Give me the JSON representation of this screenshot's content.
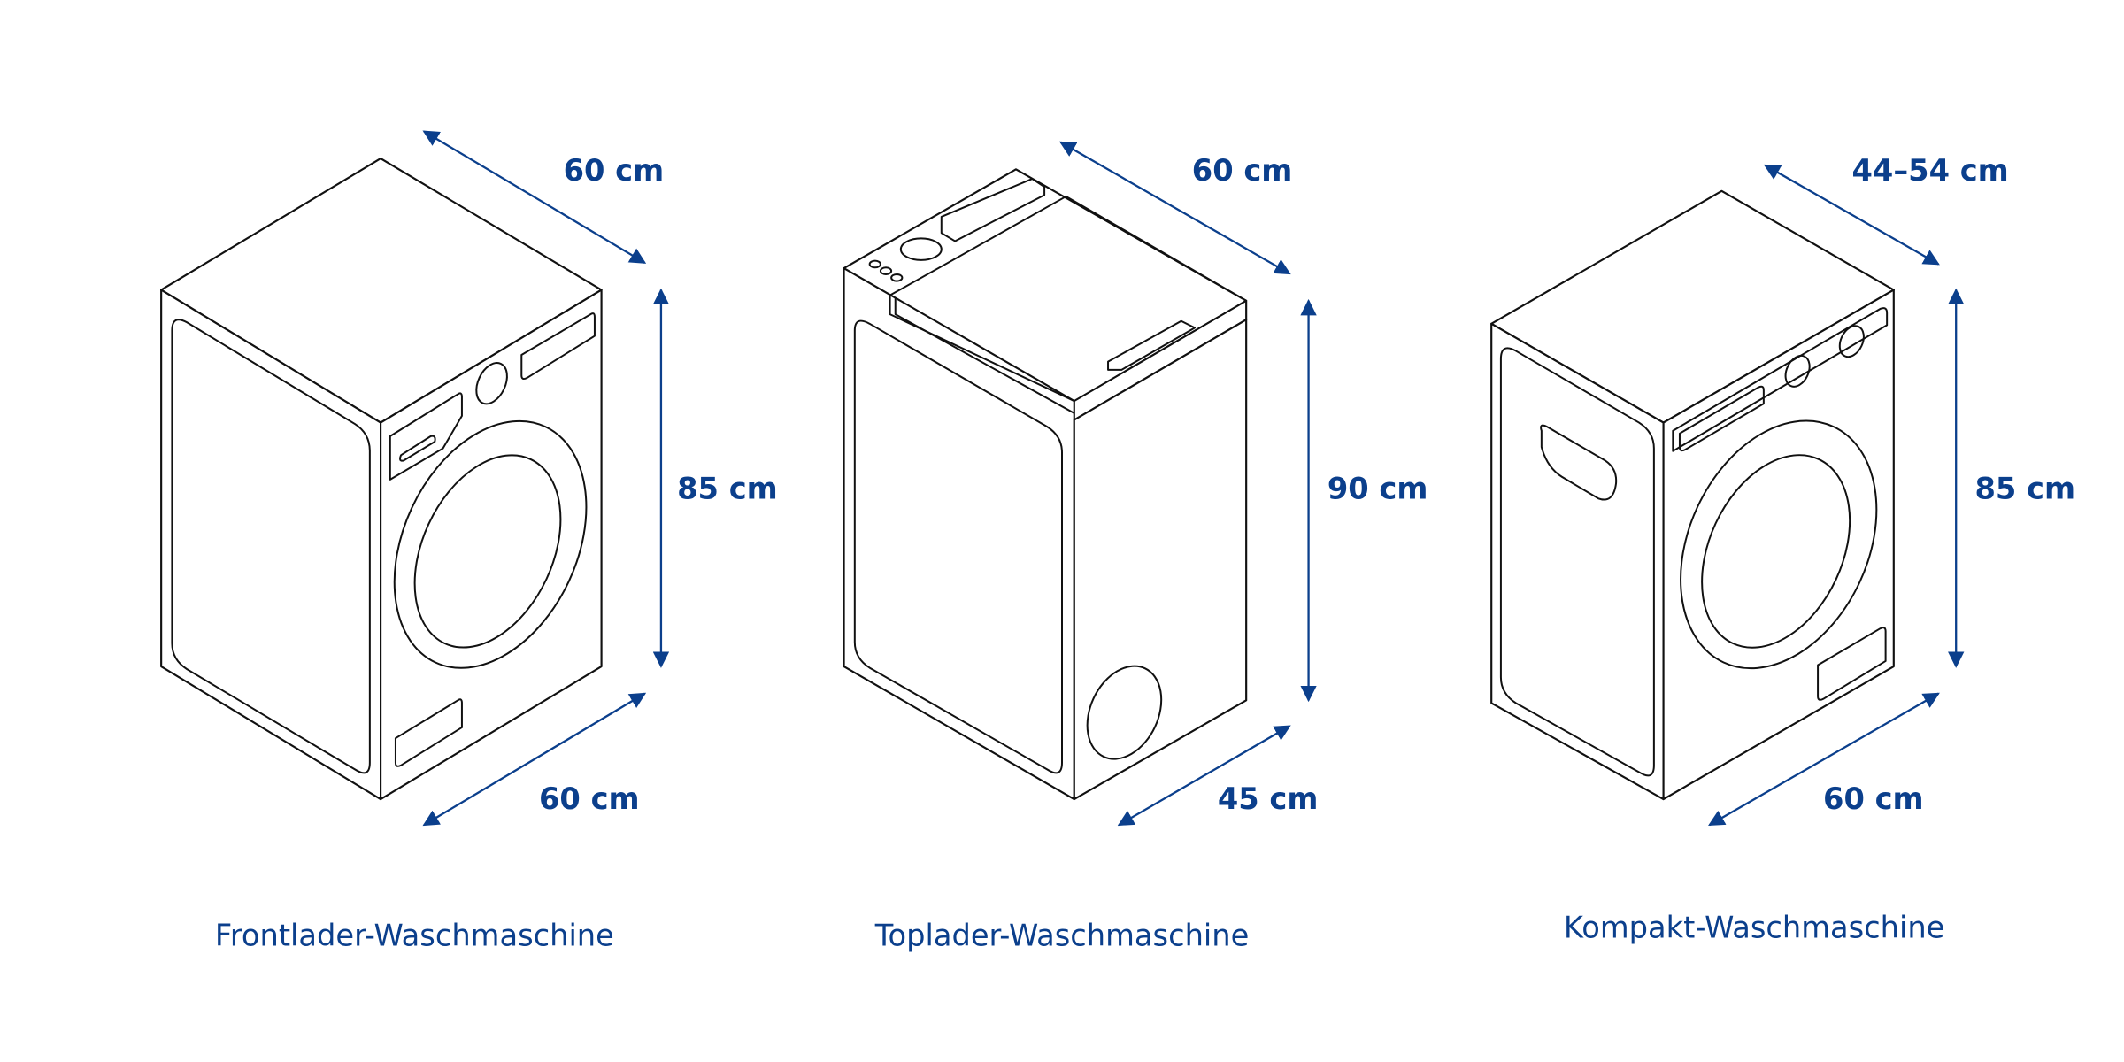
{
  "colors": {
    "accent": "#0b3f8c",
    "outline": "#111111"
  },
  "machines": [
    {
      "caption": "Frontlader-Waschmaschine",
      "depth": "60 cm",
      "height": "85 cm",
      "width": "60 cm"
    },
    {
      "caption": "Toplader-Waschmaschine",
      "depth": "60 cm",
      "height": "90 cm",
      "width": "45 cm"
    },
    {
      "caption": "Kompakt-Waschmaschine",
      "depth": "44–54 cm",
      "height": "85 cm",
      "width": "60 cm"
    }
  ]
}
